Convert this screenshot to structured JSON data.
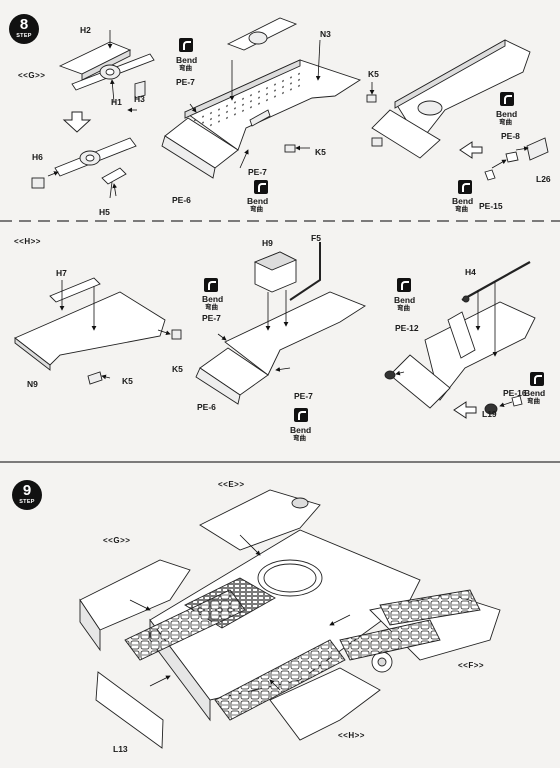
{
  "steps": [
    {
      "number": "8",
      "word": "STEP"
    },
    {
      "number": "9",
      "word": "STEP"
    }
  ],
  "groups": {
    "g": "<<G>>",
    "h": "<<H>>",
    "e": "<<E>>",
    "f": "<<F>>",
    "g2": "<<G>>",
    "h2": "<<H>>"
  },
  "bend": {
    "en": "Bend",
    "zh": "弯曲"
  },
  "parts": {
    "h1": "H1",
    "h2": "H2",
    "h3": "H3",
    "h4": "H4",
    "h5": "H5",
    "h6": "H6",
    "h7": "H7",
    "h9": "H9",
    "n3": "N3",
    "n9": "N9",
    "k5": "K5",
    "f5": "F5",
    "pe7": "PE-7",
    "pe6": "PE-6",
    "pe8": "PE-8",
    "pe12": "PE-12",
    "pe15": "PE-15",
    "pe16": "PE-16",
    "l13": "L13",
    "l19": "L19",
    "l26": "L26"
  }
}
